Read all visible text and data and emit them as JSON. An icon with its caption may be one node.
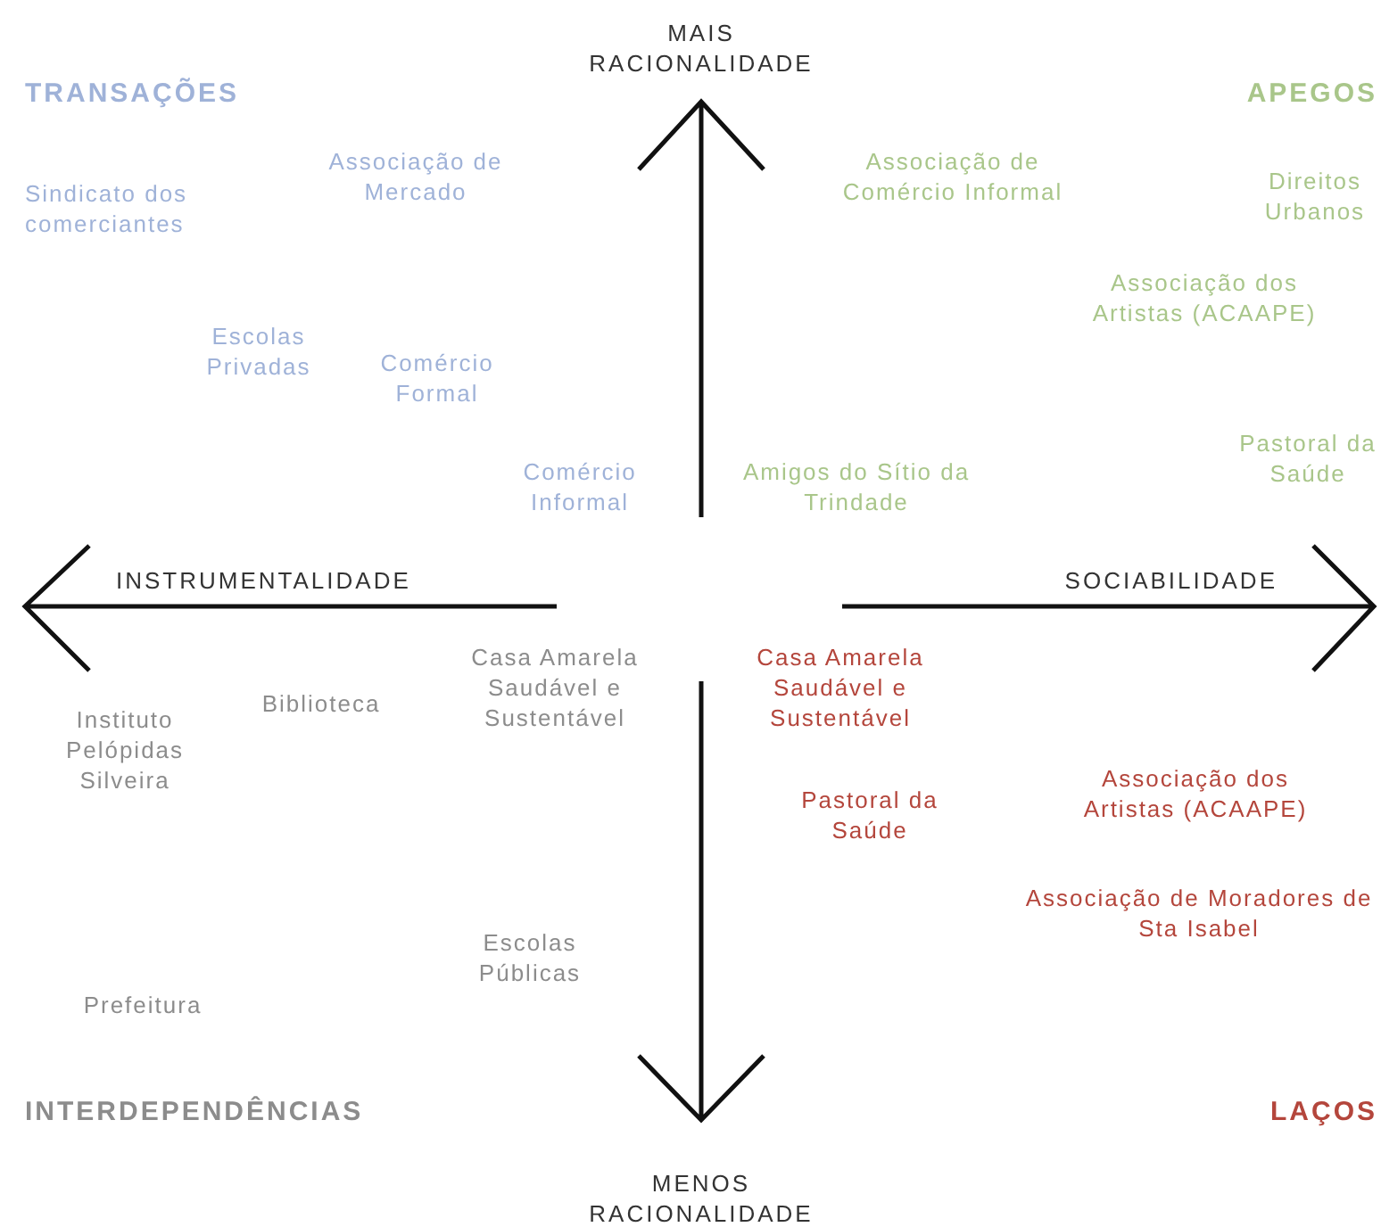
{
  "diagram": {
    "labels": [
      "MAIS RACIONALIDADE",
      "TRANSAÇÕES",
      "APEGOS",
      "Sindicato dos comerciantes",
      "Associação de Mercado",
      "Associação de Comércio Informal",
      "Direitos Urbanos",
      "Associação dos Artistas (ACAAPE)",
      "Escolas Privadas",
      "Comércio Formal",
      "Pastoral da Saúde",
      "Comércio Informal",
      "Amigos do Sítio da Trindade",
      "INSTRUMENTALIDADE",
      "SOCIABILIDADE",
      "Casa Amarela Saudável e Sustentável",
      "Casa Amarela Saudável e Sustentável",
      "Instituto Pelópidas Silveira",
      "Biblioteca",
      "Pastoral da Saúde",
      "Associação dos Artistas (ACAAPE)",
      "Associação de Moradores de Sta Isabel",
      "Escolas Públicas",
      "Prefeitura",
      "INTERDEPENDÊNCIAS",
      "LAÇOS",
      "MENOS RACIONALIDADE"
    ]
  }
}
